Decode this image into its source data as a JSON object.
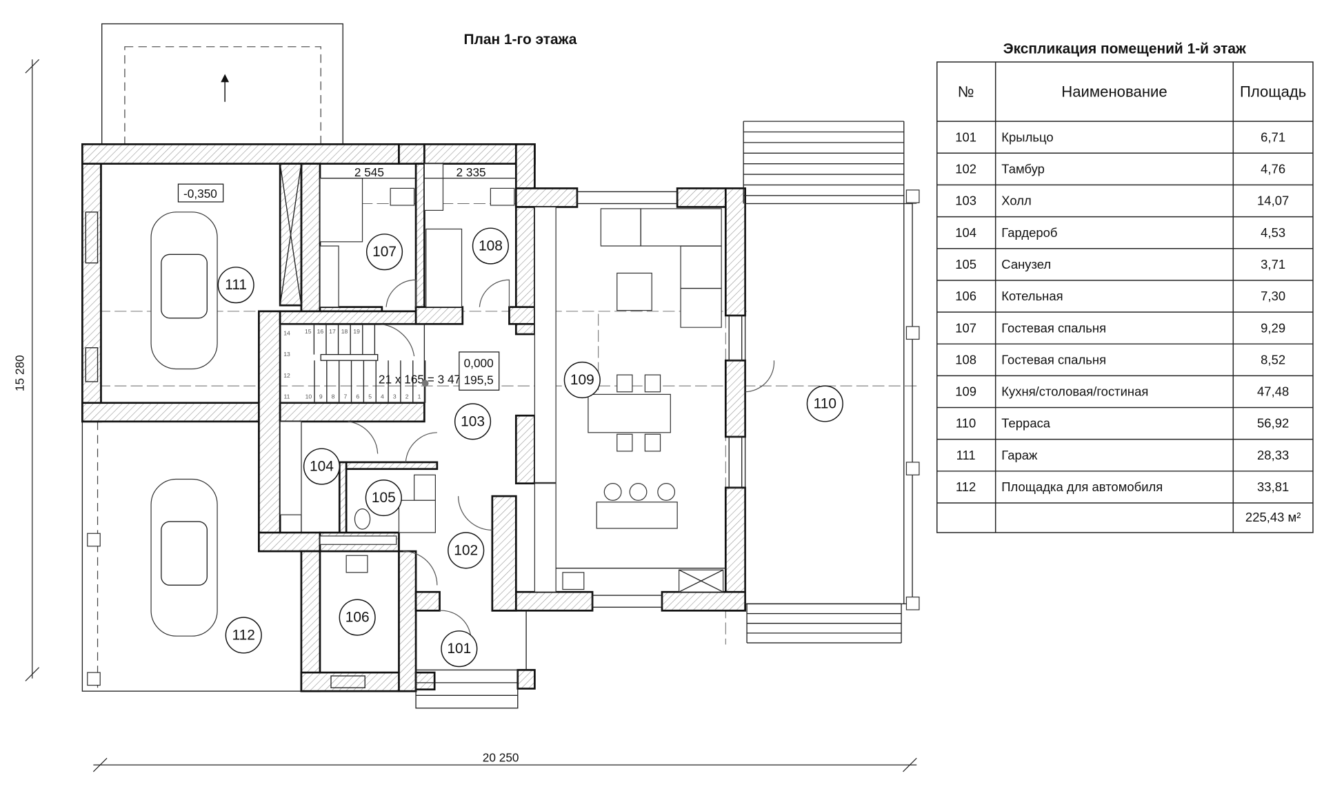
{
  "plan": {
    "title": "План 1-го этажа",
    "dimension_width": "20 250",
    "dimension_height": "15 280",
    "dim_room_107": "2 545",
    "dim_room_108": "2 335",
    "stair_note": "21 x 165 = 3 470",
    "level_garage": "-0,350",
    "level_main": "0,000",
    "level_main_height": "195,5",
    "stair_steps": [
      "1",
      "2",
      "3",
      "4",
      "5",
      "6",
      "7",
      "8",
      "9",
      "10",
      "11",
      "12",
      "13",
      "14",
      "15",
      "16",
      "17",
      "18",
      "19"
    ],
    "rooms": [
      "101",
      "102",
      "103",
      "104",
      "105",
      "106",
      "107",
      "108",
      "109",
      "110",
      "111",
      "112"
    ]
  },
  "explication": {
    "title": "Экспликация помещений 1-й этаж",
    "headers": {
      "num": "№",
      "name": "Наименование",
      "area": "Площадь"
    },
    "rows": [
      {
        "num": "101",
        "name": "Крыльцо",
        "area": "6,71"
      },
      {
        "num": "102",
        "name": "Тамбур",
        "area": "4,76"
      },
      {
        "num": "103",
        "name": "Холл",
        "area": "14,07"
      },
      {
        "num": "104",
        "name": "Гардероб",
        "area": "4,53"
      },
      {
        "num": "105",
        "name": "Санузел",
        "area": "3,71"
      },
      {
        "num": "106",
        "name": "Котельная",
        "area": "7,30"
      },
      {
        "num": "107",
        "name": "Гостевая спальня",
        "area": "9,29"
      },
      {
        "num": "108",
        "name": "Гостевая спальня",
        "area": "8,52"
      },
      {
        "num": "109",
        "name": "Кухня/столовая/гостиная",
        "area": "47,48"
      },
      {
        "num": "110",
        "name": "Терраса",
        "area": "56,92"
      },
      {
        "num": "111",
        "name": "Гараж",
        "area": "28,33"
      },
      {
        "num": "112",
        "name": "Площадка для автомобиля",
        "area": "33,81"
      }
    ],
    "total": "225,43 м²"
  }
}
